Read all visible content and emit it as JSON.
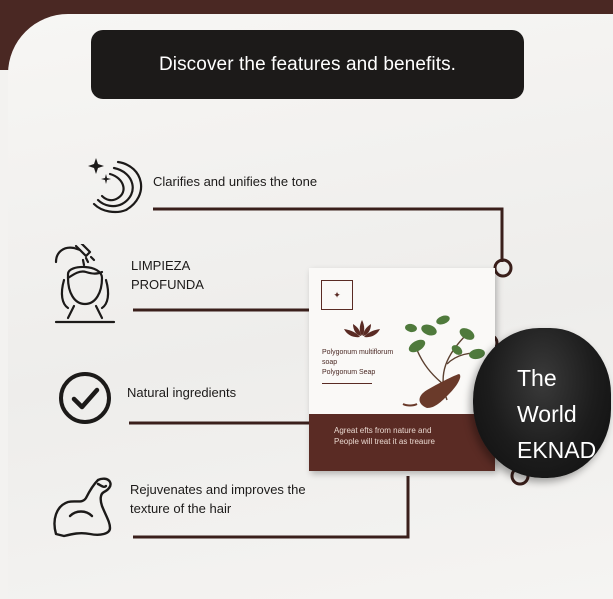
{
  "header": {
    "title": "Discover the features and benefits."
  },
  "features": [
    {
      "text": "Clarifies and unifies the tone",
      "icon": "sparkle-moon-icon"
    },
    {
      "text": "LIMPIEZA\nPROFUNDA",
      "icon": "shower-head-person-icon"
    },
    {
      "text": "Natural ingredients",
      "icon": "check-circle-icon"
    },
    {
      "text": "Rejuvenates and improves the\n texture of the hair",
      "icon": "flexed-arm-icon"
    }
  ],
  "product": {
    "box_lines": [
      "Polygonum multiflorum",
      "soap",
      "Polygonum Seap"
    ],
    "slogan": [
      "Agreat efts from nature and",
      "People will treat it as treaure"
    ],
    "soap_text": [
      "The",
      "World",
      "EKNAD"
    ]
  },
  "colors": {
    "accent": "#4a2823",
    "pill": "#1c1a19",
    "box_bottom": "#5a2b24",
    "line": "#3a1f1b"
  }
}
